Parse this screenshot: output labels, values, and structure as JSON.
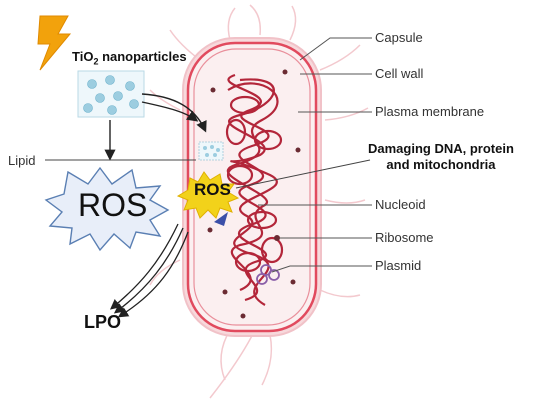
{
  "nanoparticle": {
    "label_main": "TiO",
    "label_sub": "2",
    "label_rest": " nanoparticles"
  },
  "labels": {
    "lipid": "Lipid",
    "ros_outside": "ROS",
    "ros_inside": "ROS",
    "lpo": "LPO",
    "damage_line1": "Damaging DNA, protein",
    "damage_line2": "and mitochondria"
  },
  "parts": {
    "capsule": "Capsule",
    "cell_wall": "Cell wall",
    "plasma_membrane": "Plasma membrane",
    "nucleoid": "Nucleoid",
    "ribosome": "Ribosome",
    "plasmid": "Plasmid"
  },
  "colors": {
    "capsule": "#f7d9dc",
    "cell_wall": "#e14a5e",
    "cytoplasm": "#fbeff0",
    "nucleoid": "#b3263a",
    "lightning": "#f2a20c",
    "particle": "#9ccde0",
    "ros_burst": "#f2d21a",
    "plasmid": "#8a5ea8"
  }
}
